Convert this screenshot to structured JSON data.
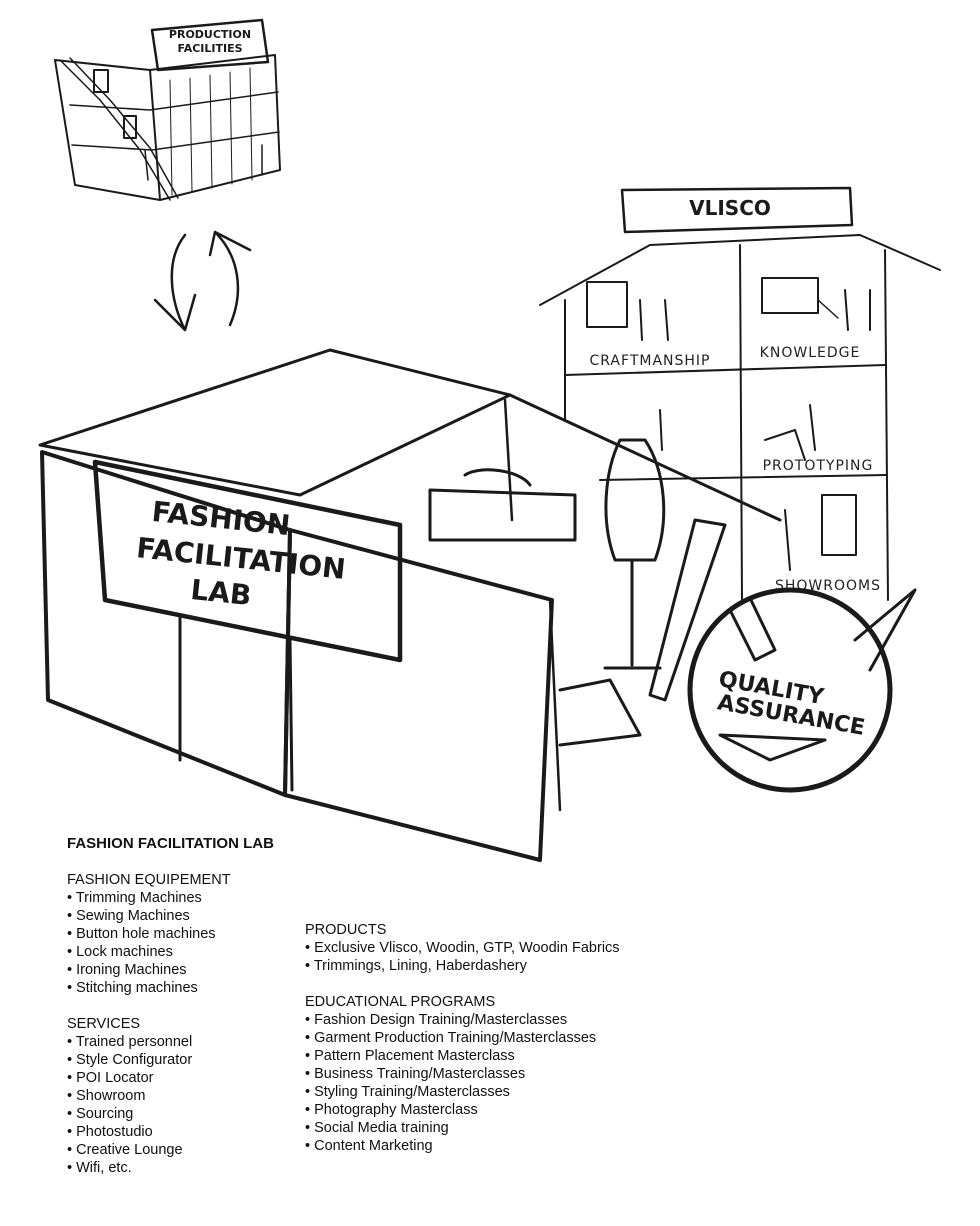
{
  "sketch": {
    "production_sign": [
      "PRODUCTION",
      "FACILITIES"
    ],
    "vlisco_sign": "VLISCO",
    "floor_labels": {
      "craftmanship": "CRAFTMANSHIP",
      "knowledge": "KNOWLEDGE",
      "prototyping": "PROTOTYPING",
      "showrooms": "SHOWROOMS"
    },
    "lab_sign": [
      "FASHION",
      "FACILITATION",
      "LAB"
    ],
    "quality_badge": [
      "QUALITY",
      "ASSURANCE"
    ]
  },
  "text": {
    "title": "FASHION FACILITATION LAB",
    "equipment": {
      "heading": "FASHION EQUIPEMENT",
      "items": [
        "Trimming Machines",
        "Sewing Machines",
        "Button hole machines",
        "Lock machines",
        "Ironing Machines",
        "Stitching machines"
      ]
    },
    "services": {
      "heading": "SERVICES",
      "items": [
        "Trained personnel",
        "Style Configurator",
        "POI Locator",
        "Showroom",
        "Sourcing",
        "Photostudio",
        "Creative Lounge",
        "Wifi, etc."
      ]
    },
    "products": {
      "heading": "PRODUCTS",
      "items": [
        "Exclusive Vlisco, Woodin, GTP, Woodin Fabrics",
        "Trimmings, Lining, Haberdashery"
      ]
    },
    "education": {
      "heading": "EDUCATIONAL PROGRAMS",
      "items": [
        "Fashion Design Training/Masterclasses",
        "Garment Production Training/Masterclasses",
        "Pattern Placement Masterclass",
        "Business Training/Masterclasses",
        "Styling Training/Masterclasses",
        "Photography Masterclass",
        "Social Media training",
        "Content Marketing"
      ]
    }
  }
}
